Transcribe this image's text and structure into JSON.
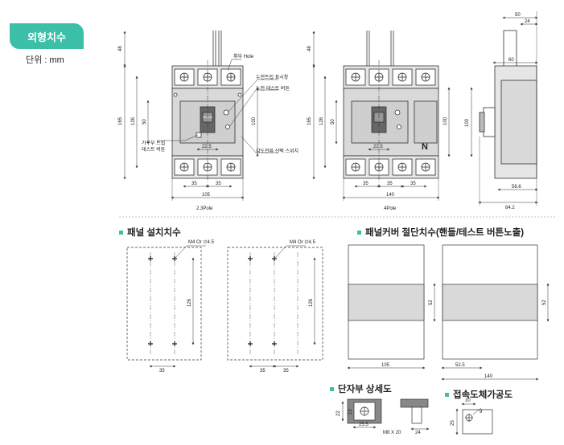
{
  "header": {
    "badge": "외형치수",
    "unit": "단위 : mm"
  },
  "colors": {
    "accent": "#3bbfa8",
    "line": "#333333",
    "fill": "#d9d9d9",
    "dark": "#555555"
  },
  "views": {
    "pole23": {
      "caption": "2,3Pole",
      "callouts": [
        "취부 Hole",
        "누전트립 표시창",
        "누전 테스트 버튼",
        "가구부 트립",
        "테스트 버튼",
        "감도전류 선택 스위치"
      ],
      "dims": {
        "top": "48",
        "total": "165",
        "inner": "126",
        "half": "50",
        "center": "100",
        "mid": "22.5",
        "pitch1": "35",
        "pitch2": "35",
        "width": "105"
      }
    },
    "pole4": {
      "caption": "4Pole",
      "neutral": "N",
      "dims": {
        "top": "48",
        "total": "165",
        "inner": "126",
        "half": "50",
        "center": "100",
        "mid": "22.5",
        "pitch1": "35",
        "pitch2": "35",
        "pitch3": "35",
        "width": "140"
      }
    },
    "side": {
      "dims": {
        "top": "50",
        "top2": "24",
        "d60": "60",
        "h100": "100",
        "d566": "56.6",
        "d842": "84.2"
      }
    }
  },
  "panel_mount": {
    "title": "패널 설치치수",
    "screw_label": "M4 Or ∅4.5",
    "height": "126",
    "pitch": "35"
  },
  "panel_cover": {
    "title": "패널커버 절단치수(핸들/테스트 버튼노출)",
    "height": "52",
    "width_a": "105",
    "width_b": "140",
    "offset_b": "52.5"
  },
  "terminal": {
    "title": "단자부 상세도",
    "d22": "22",
    "d10": "10",
    "d255": "25.5",
    "bolt": "M8 X 20",
    "d24": "24"
  },
  "conductor": {
    "title": "접속도체가공도",
    "d10": "10",
    "d25": "25",
    "d9": "9"
  }
}
